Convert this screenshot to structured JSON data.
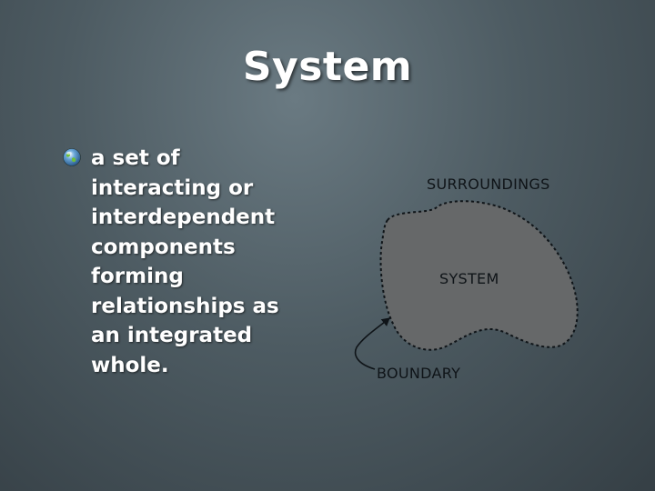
{
  "slide": {
    "title": "System",
    "bullet_lines": [
      "a set of",
      "interacting or",
      "interdependent",
      "components",
      "forming",
      "relationships as",
      "an integrated",
      "whole."
    ]
  },
  "diagram": {
    "surroundings_label": "SURROUNDINGS",
    "system_label": "SYSTEM",
    "boundary_label": "BOUNDARY"
  },
  "colors": {
    "background": "#4d5b62",
    "system_fill": "#666869",
    "label_text": "#0f1418"
  },
  "icons": {
    "bullet": "globe-bullet-icon"
  }
}
